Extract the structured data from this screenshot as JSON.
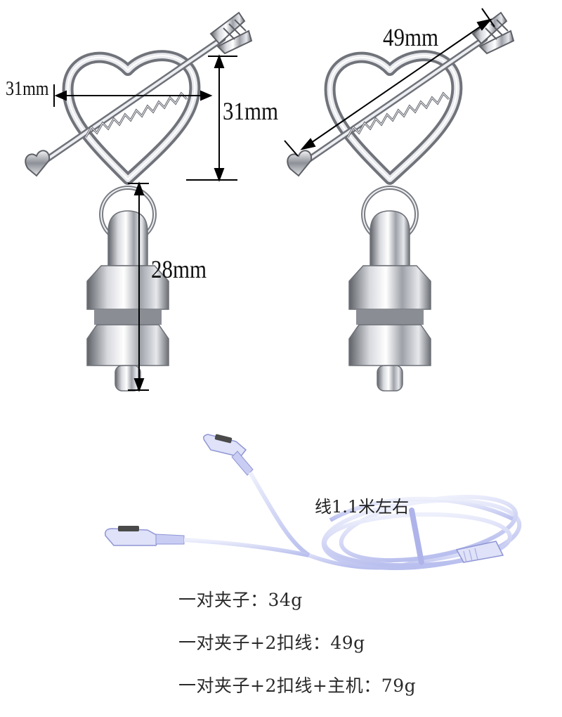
{
  "dimensions": {
    "heart_width": "31mm",
    "heart_height": "31mm",
    "arrow_length": "49mm",
    "pendant_length": "28mm"
  },
  "cable_note": "线1.1米左右",
  "weights": [
    "一对夹子：34g",
    "一对夹子+2扣线：49g",
    "一对夹子+2扣线+主机：79g"
  ],
  "colors": {
    "metal_dark": "#6b6e74",
    "metal_light": "#f4f5f7",
    "cable": "#d9dcf6",
    "cable_shadow": "#a9afe6",
    "text": "#222222"
  }
}
